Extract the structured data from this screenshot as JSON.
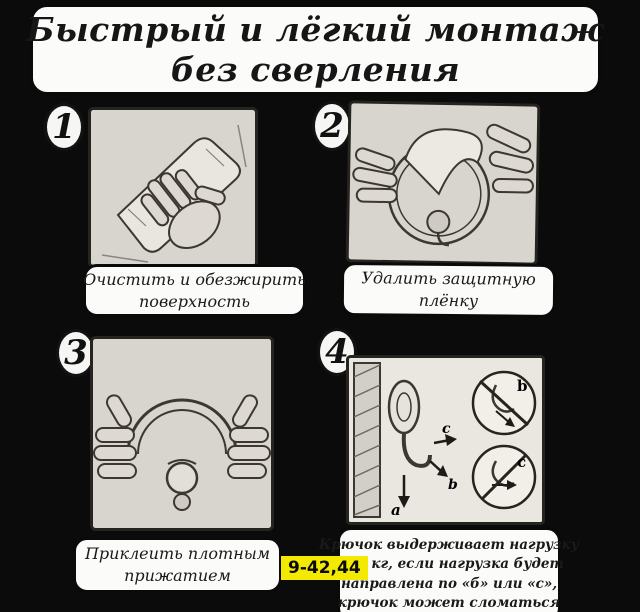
{
  "header": {
    "title_line1": "Быстрый и лёгкий монтаж",
    "title_line2": "без сверления"
  },
  "steps": [
    {
      "number": "1",
      "caption_lines": [
        "Очистить и обезжирить",
        "поверхность"
      ]
    },
    {
      "number": "2",
      "caption_lines": [
        "Удалить защитную",
        "плёнку"
      ]
    },
    {
      "number": "3",
      "caption_lines": [
        "Приклеить плотным",
        "прижатием"
      ]
    },
    {
      "number": "4",
      "caption_lines": [
        "Крючок выдерживает нагрузку",
        "до 3 кг, если нагрузка будет",
        "направлена по «б» или «с»,",
        "крючок может сломаться"
      ]
    }
  ],
  "diagram": {
    "arrow_a": "a",
    "arrow_b": "b",
    "arrow_c": "c",
    "crossed_b": "b",
    "crossed_c": "c"
  },
  "highlight": {
    "code": "9-42,44"
  },
  "colors": {
    "background": "#0b0b0b",
    "panel": "#fbfbfa",
    "border": "#0a0a0a",
    "illustration_bg": "#d8d4ce",
    "highlight_yellow": "#f2ea00"
  }
}
